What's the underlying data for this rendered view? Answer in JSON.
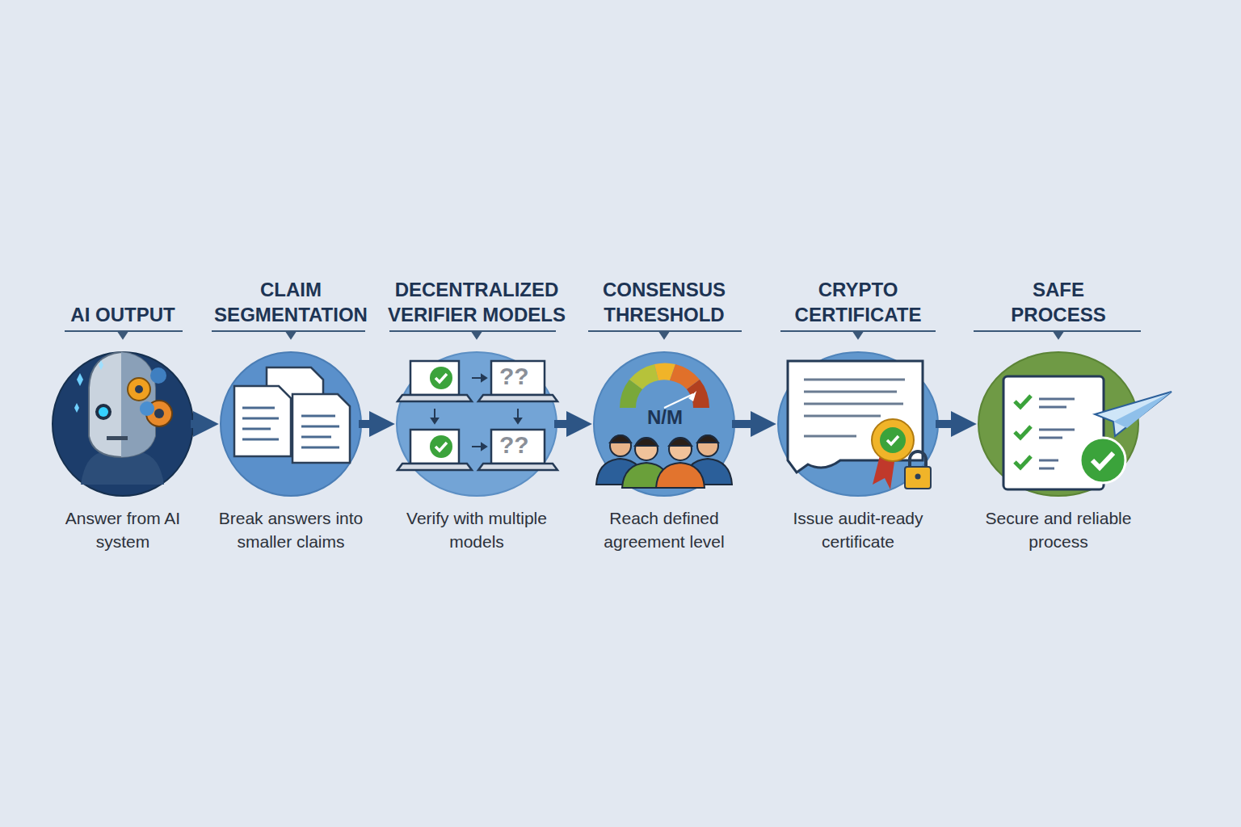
{
  "diagram": {
    "nodes": [
      {
        "text": [
          "AI OUTPUT",
          "Answer from AI system"
        ]
      },
      {
        "text": [
          "CLAIM SEGMENTATION",
          "Break answers into smaller claims"
        ]
      },
      {
        "text": [
          "DECENTRALIZED VERIFIER MODELS",
          "Verify with multiple models"
        ]
      },
      {
        "text": [
          "CONSENSUS THRESHOLD",
          "Reach defined agreement level"
        ]
      },
      {
        "text": [
          "CRYPTO CERTIFICATE",
          "Issue audit-ready certificate"
        ]
      },
      {
        "text": [
          "SAFE PROCESS",
          "Secure and reliable process"
        ]
      }
    ],
    "edges": [
      {
        "from": 0,
        "to": 1,
        "arrow": "to"
      },
      {
        "from": 1,
        "to": 2,
        "arrow": "to"
      },
      {
        "from": 2,
        "to": 3,
        "arrow": "to"
      },
      {
        "from": 3,
        "to": 4,
        "arrow": "to"
      },
      {
        "from": 4,
        "to": 5,
        "arrow": "to"
      }
    ],
    "labels": [
      "??",
      "??",
      "N/M"
    ]
  }
}
